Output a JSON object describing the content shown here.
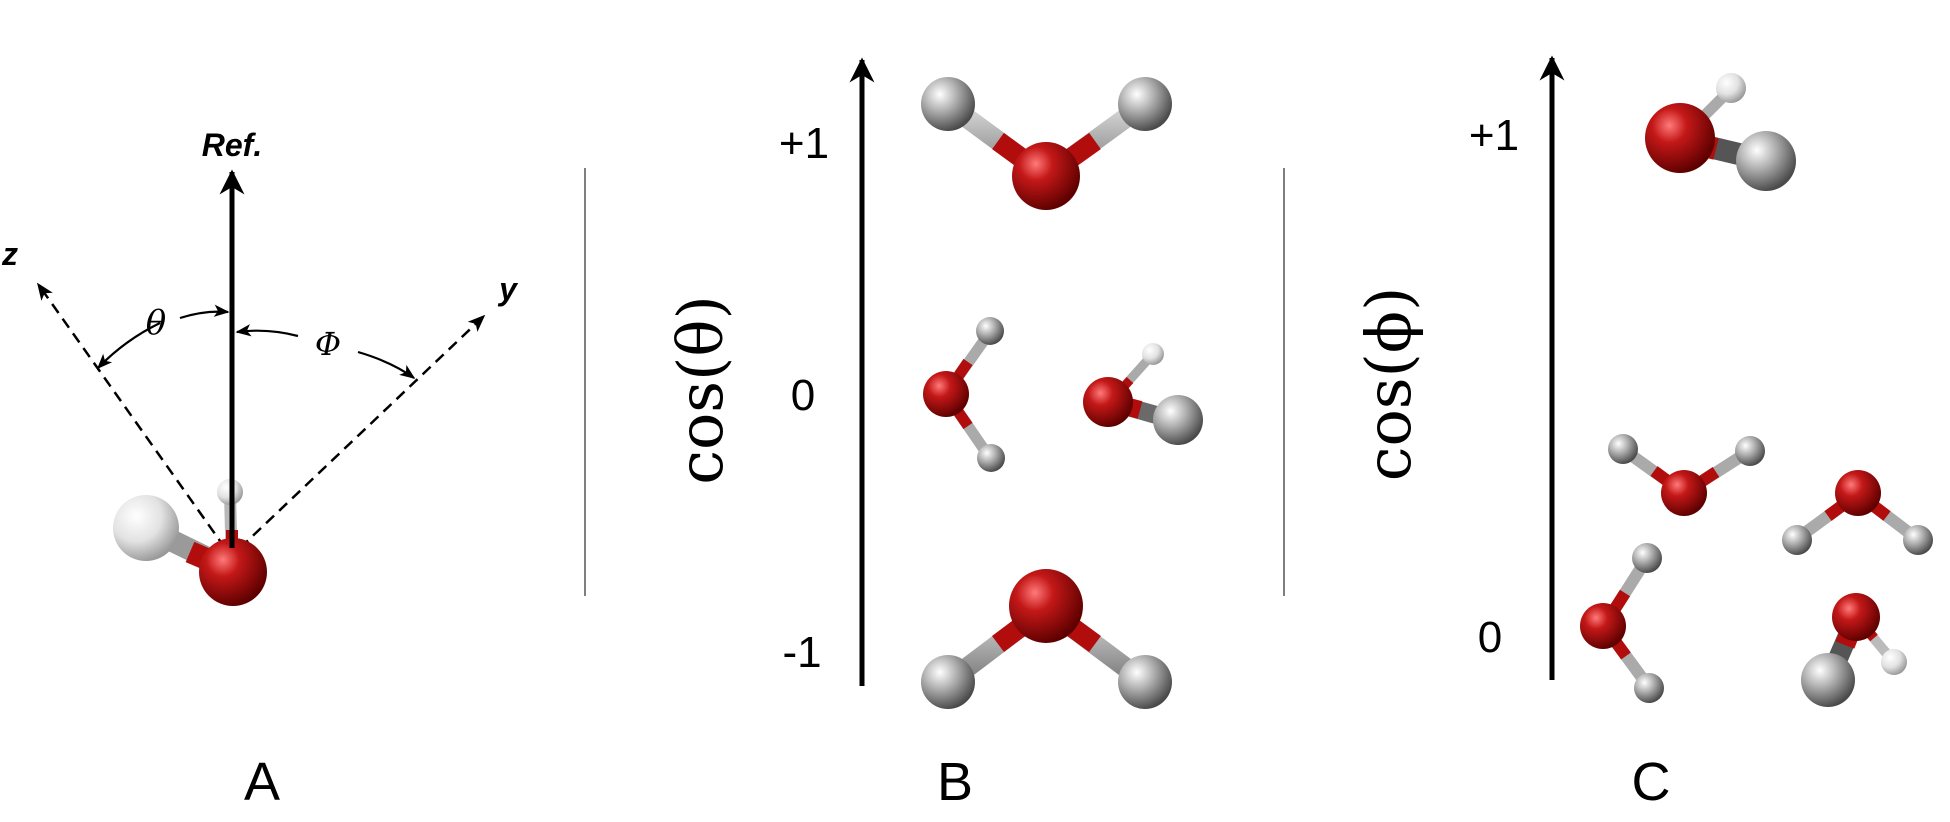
{
  "panelA": {
    "ref_label": "Ref.",
    "z_label": "z",
    "y_label": "y",
    "theta_label": "θ",
    "phi_label": "Φ",
    "caption": "A"
  },
  "panelB": {
    "axis_label": "cos(θ)",
    "ticks": [
      "+1",
      "0",
      "-1"
    ],
    "caption": "B"
  },
  "panelC": {
    "axis_label": "cos(ϕ)",
    "ticks": [
      "+1",
      "0"
    ],
    "caption": "C"
  },
  "colors": {
    "oxygen": "#b30d0d",
    "hydrogen": "#a8a8a8",
    "axis": "#000000"
  }
}
